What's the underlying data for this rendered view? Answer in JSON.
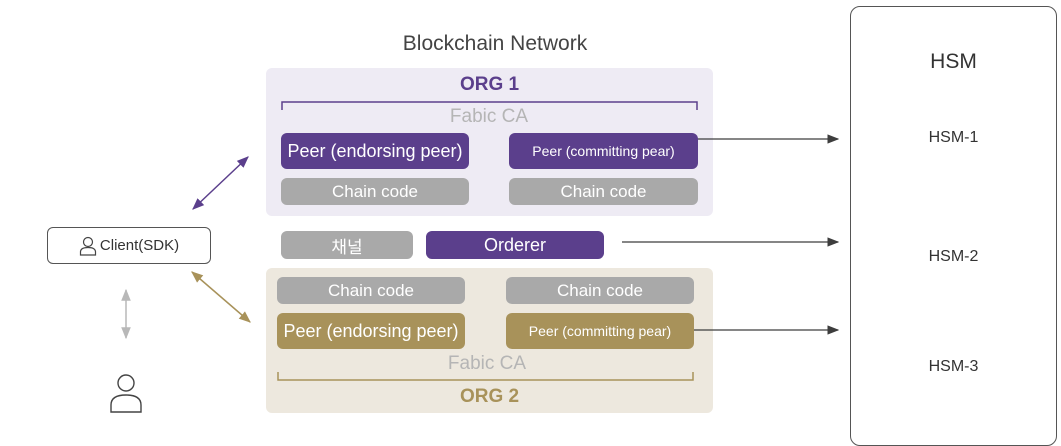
{
  "network": {
    "title": "Blockchain Network"
  },
  "org1": {
    "title": "ORG 1",
    "ca": "Fabic CA",
    "endorsing_peer": "Peer (endorsing peer)",
    "committing_peer": "Peer (committing pear)",
    "chaincode_left": "Chain code",
    "chaincode_right": "Chain code"
  },
  "middle": {
    "channel": "채널",
    "orderer": "Orderer"
  },
  "org2": {
    "title": "ORG 2",
    "ca": "Fabic CA",
    "endorsing_peer": "Peer (endorsing peer)",
    "committing_peer": "Peer (committing pear)",
    "chaincode_left": "Chain code",
    "chaincode_right": "Chain code"
  },
  "client": {
    "label": "Client(SDK)",
    "icon": "user-icon"
  },
  "user": {
    "icon": "user-icon"
  },
  "hsm": {
    "title": "HSM",
    "items": [
      "HSM-1",
      "HSM-2",
      "HSM-3"
    ]
  },
  "colors": {
    "org1_accent": "#5b3f8c",
    "org1_bg": "#eeebf4",
    "org2_accent": "#a8925a",
    "org2_bg": "#ede8de",
    "chaincode_gray": "#a9a9a9",
    "arrow_dark": "#3d3d3d",
    "arrow_light_gray": "#b8b8b8"
  }
}
